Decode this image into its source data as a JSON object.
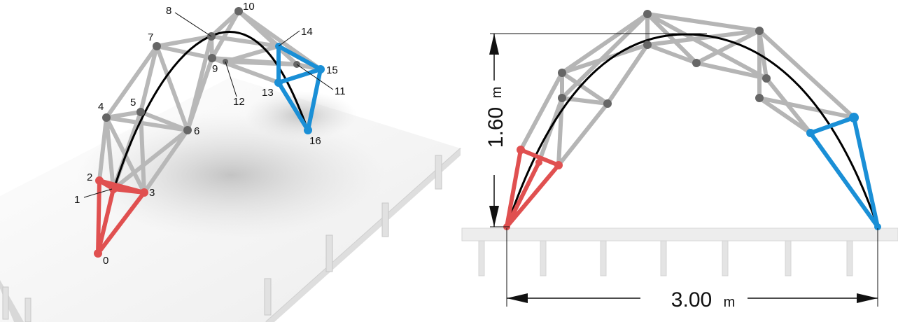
{
  "left_view": {
    "node_labels": [
      "0",
      "1",
      "2",
      "3",
      "4",
      "5",
      "6",
      "7",
      "8",
      "9",
      "10",
      "11",
      "12",
      "13",
      "14",
      "15",
      "16"
    ]
  },
  "right_view": {
    "height_dimension": {
      "value": "1.60",
      "unit": "m"
    },
    "span_dimension": {
      "value": "3.00",
      "unit": "m"
    }
  },
  "colors": {
    "member": "#b7b7b7",
    "node": "#666666",
    "curve": "#000000",
    "support_left": "#e05050",
    "support_right": "#1a8fd6",
    "deck": "#f2f2f2"
  }
}
